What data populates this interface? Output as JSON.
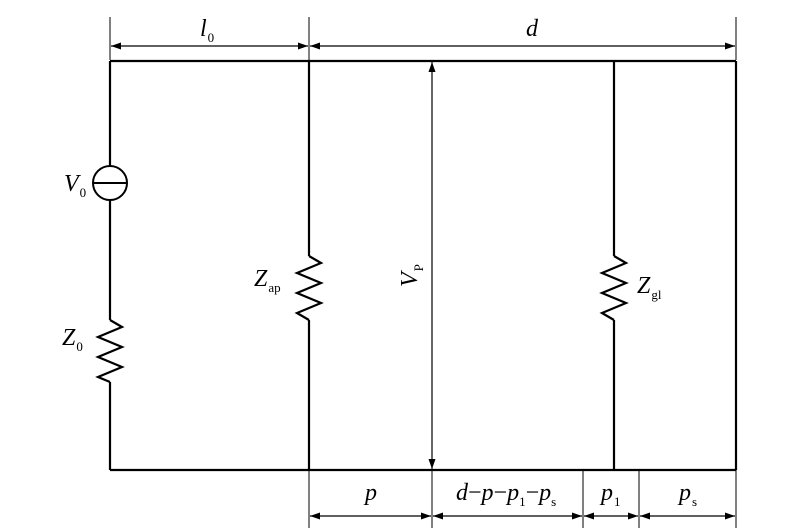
{
  "labels": {
    "l0": {
      "main": "l",
      "sub": "0"
    },
    "d": {
      "main": "d"
    },
    "V0": {
      "main": "V",
      "sub": "0"
    },
    "Z0": {
      "main": "Z",
      "sub": "0"
    },
    "Zap": {
      "main": "Z",
      "sub": "ap"
    },
    "VP": {
      "main": "V",
      "sub": "P"
    },
    "Zgl": {
      "main": "Z",
      "sub": "gl"
    },
    "p": {
      "main": "p"
    },
    "p1": {
      "main": "p",
      "sub": "1"
    },
    "ps": {
      "main": "p",
      "sub": "s"
    },
    "dpp1ps": {
      "d": "d",
      "p": "p",
      "p1": "p",
      "p1_sub": "1",
      "ps": "p",
      "ps_sub": "s",
      "sep": "−"
    }
  }
}
